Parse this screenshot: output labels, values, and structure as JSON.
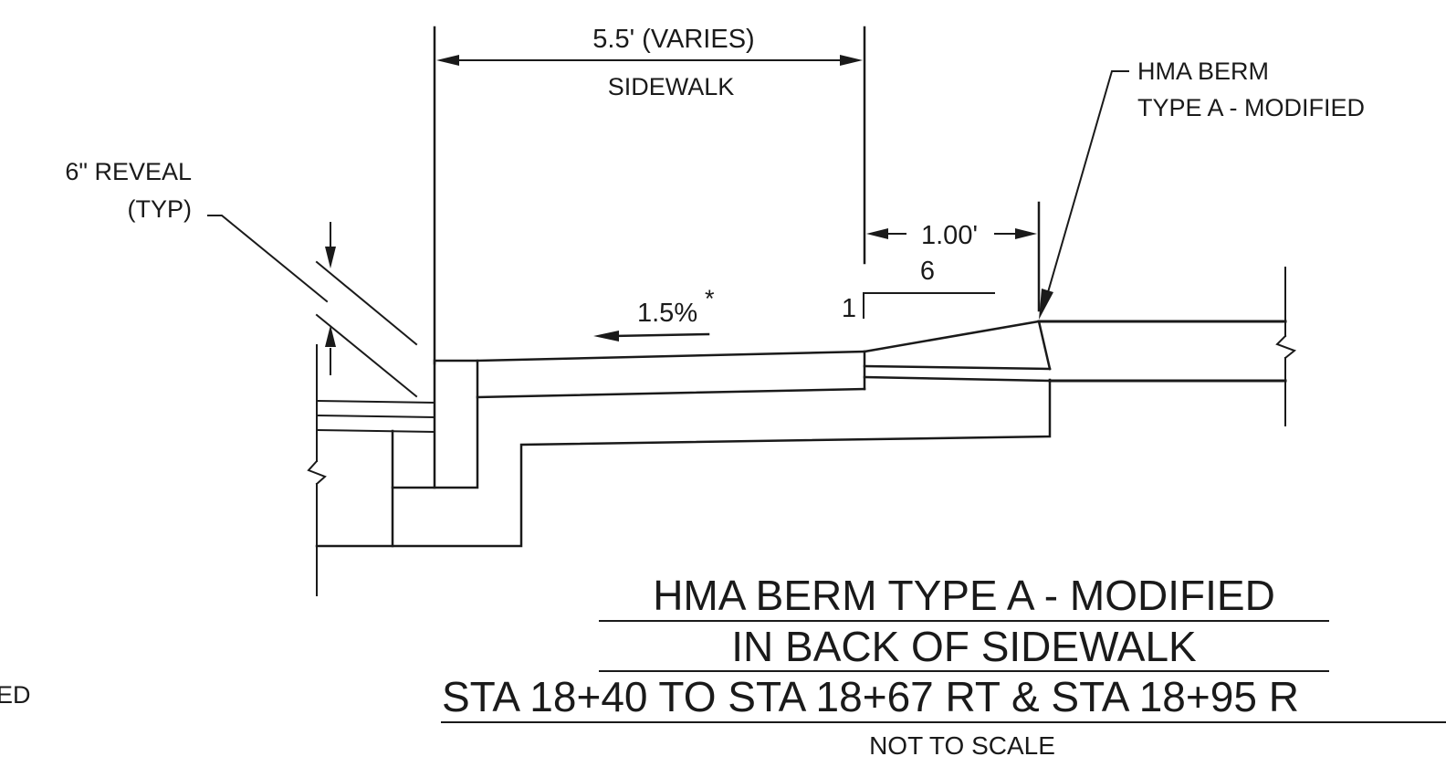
{
  "labels": {
    "sidewalk_width": "5.5' (VARIES)",
    "sidewalk": "SIDEWALK",
    "berm_line1": "HMA BERM",
    "berm_line2": "TYPE A - MODIFIED",
    "reveal_line1": "6\" REVEAL",
    "reveal_line2": "(TYP)",
    "offset_dim": "1.00'",
    "slope_run": "6",
    "slope_rise": "1",
    "cross_slope": "1.5%",
    "cross_slope_mark": "*",
    "left_edge_fragment": "ED"
  },
  "title": {
    "line1": "HMA BERM TYPE A - MODIFIED",
    "line2": "IN BACK OF SIDEWALK",
    "line3": "STA 18+40 TO STA 18+67 RT & STA 18+95 R",
    "scale_note": "NOT TO SCALE"
  }
}
